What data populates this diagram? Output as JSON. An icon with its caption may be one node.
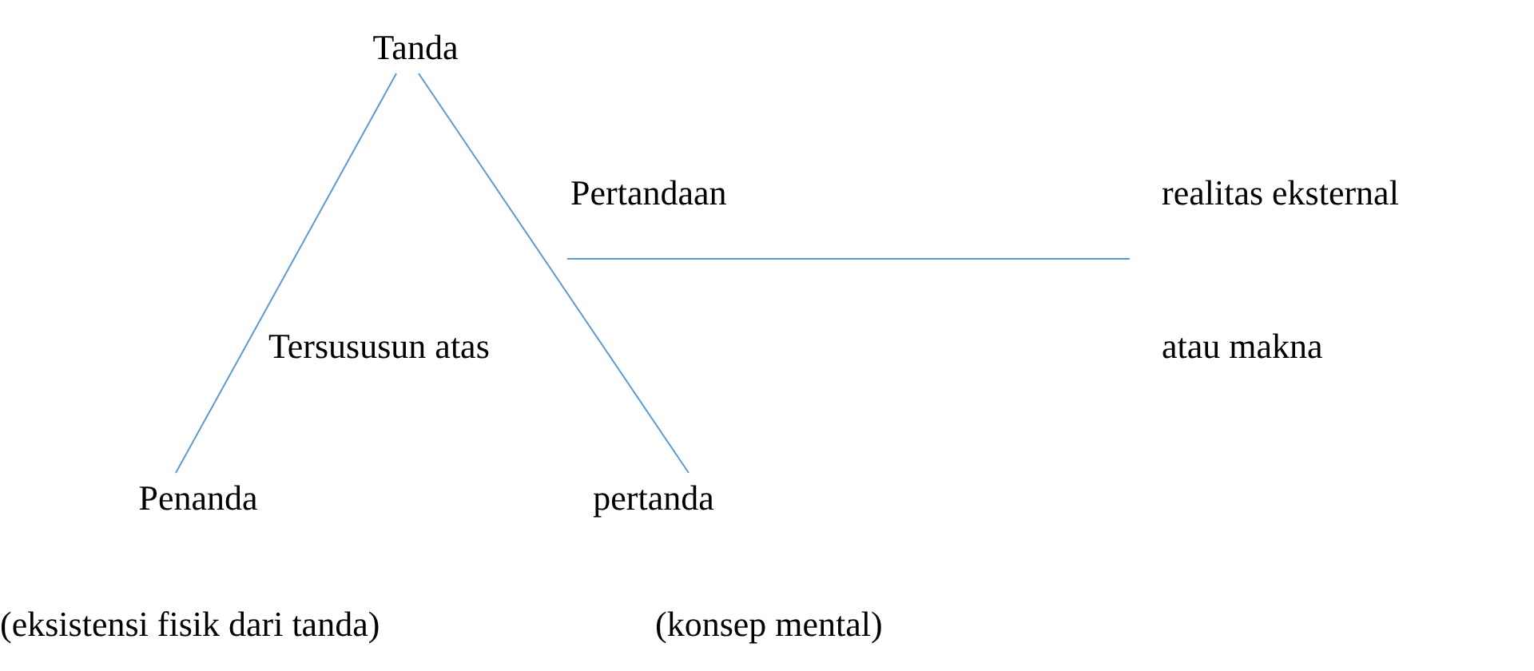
{
  "diagram": {
    "nodes": [
      {
        "text": [
          "Tanda"
        ]
      },
      {
        "text": [
          "Penanda"
        ]
      },
      {
        "text": [
          "pertanda"
        ]
      }
    ],
    "edges": [
      {
        "from": 0,
        "to": 1,
        "arrow": "none"
      },
      {
        "from": 0,
        "to": 2,
        "arrow": "none"
      }
    ],
    "labels": [
      "Pertandaan",
      "realitas eksternal",
      "Tersususun atas",
      "atau makna",
      "(eksistensi fisik dari tanda)",
      "(konsep mental)"
    ]
  }
}
